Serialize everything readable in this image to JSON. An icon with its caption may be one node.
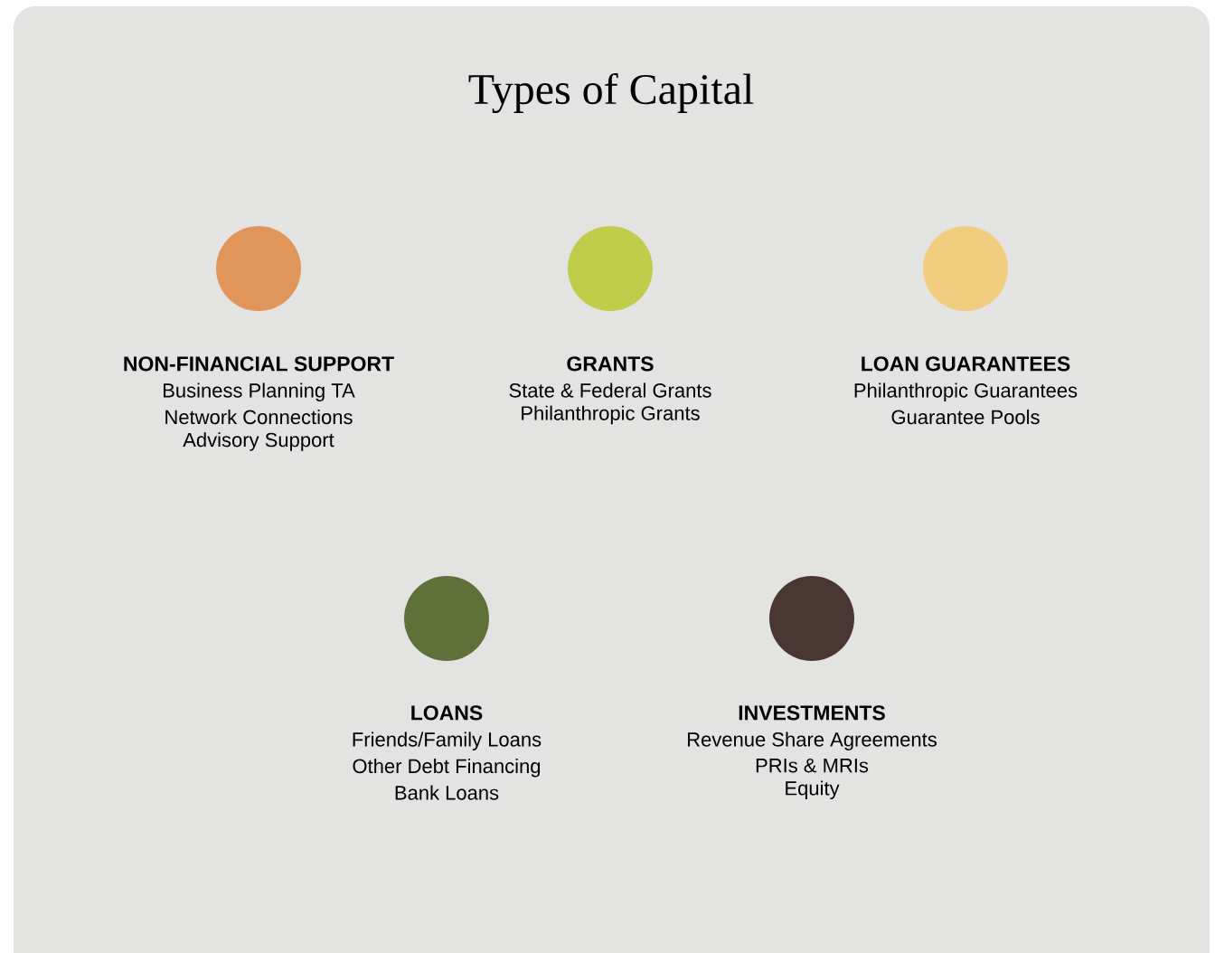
{
  "diagram": {
    "title": "Types of Capital",
    "nodes": [
      {
        "text": [
          "NON-FINANCIAL SUPPORT",
          "Business Planning TA",
          "Network Connections",
          "Advisory Support"
        ]
      },
      {
        "text": [
          "GRANTS",
          "State & Federal Grants",
          "Philanthropic Grants"
        ]
      },
      {
        "text": [
          "LOAN GUARANTEES",
          "Philanthropic Guarantees",
          "Guarantee Pools"
        ]
      },
      {
        "text": [
          "LOANS",
          "Friends/Family Loans",
          "Other Debt Financing",
          "Bank Loans"
        ]
      },
      {
        "text": [
          "INVESTMENTS",
          "Revenue Share Agreements",
          "PRIs & MRIs",
          "Equity"
        ]
      }
    ]
  }
}
